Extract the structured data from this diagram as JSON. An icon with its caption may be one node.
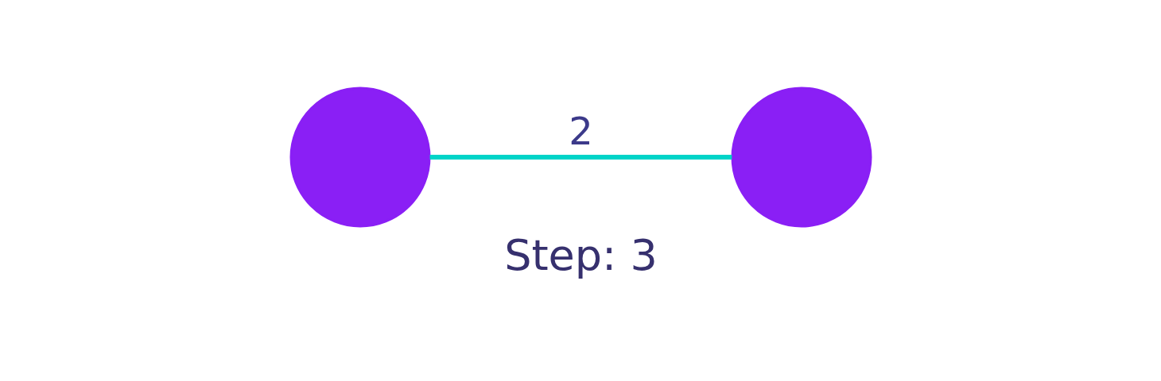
{
  "diagram": {
    "caption": "Step: 3",
    "nodes": [
      {
        "text": [],
        "shape": "circle"
      },
      {
        "text": [],
        "shape": "circle"
      }
    ],
    "edges": [
      {
        "from": 0,
        "to": 1,
        "arrow": "none",
        "label": "2"
      }
    ]
  }
}
